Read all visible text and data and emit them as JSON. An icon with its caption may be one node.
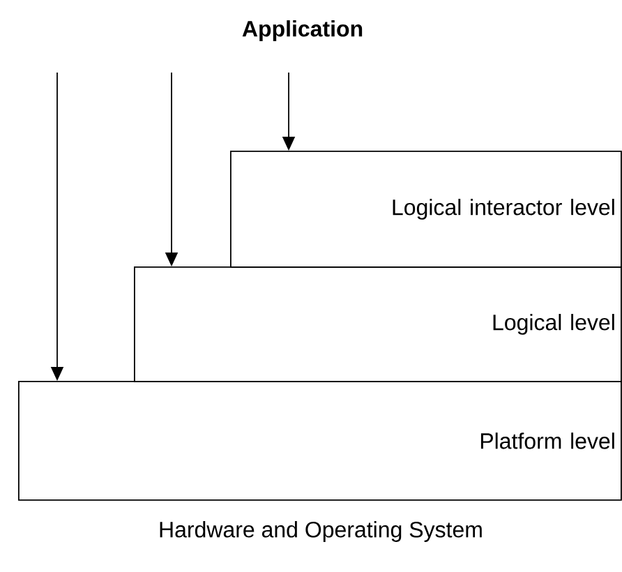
{
  "diagram": {
    "nodes": [
      {
        "text": [
          "Logical interactor level"
        ]
      },
      {
        "text": [
          "Logical level"
        ]
      },
      {
        "text": [
          "Platform level"
        ]
      }
    ],
    "edges": [
      {
        "from": null,
        "to": 0,
        "arrow": "to"
      },
      {
        "from": null,
        "to": 1,
        "arrow": "to"
      },
      {
        "from": null,
        "to": 2,
        "arrow": "to"
      }
    ],
    "labels": [
      "Application",
      "Hardware and Operating System"
    ]
  }
}
